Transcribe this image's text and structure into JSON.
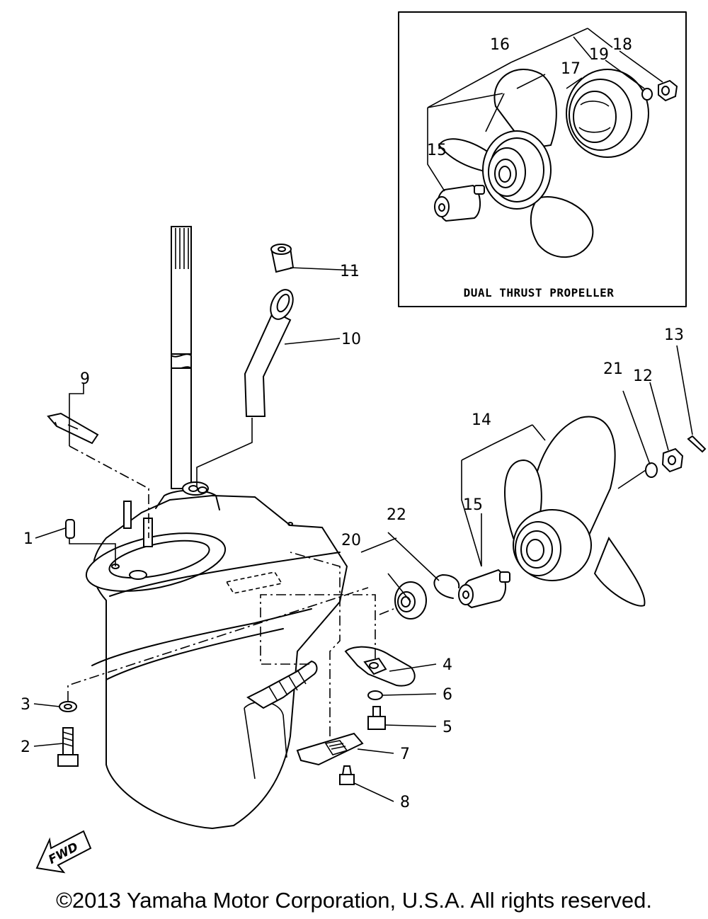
{
  "figure": {
    "type": "exploded-parts-diagram",
    "parts": [
      {
        "ref": "1",
        "label": "1"
      },
      {
        "ref": "2",
        "label": "2"
      },
      {
        "ref": "3",
        "label": "3"
      },
      {
        "ref": "4",
        "label": "4"
      },
      {
        "ref": "5",
        "label": "5"
      },
      {
        "ref": "6",
        "label": "6"
      },
      {
        "ref": "7",
        "label": "7"
      },
      {
        "ref": "8",
        "label": "8"
      },
      {
        "ref": "9",
        "label": "9"
      },
      {
        "ref": "10",
        "label": "10"
      },
      {
        "ref": "11",
        "label": "11"
      },
      {
        "ref": "12",
        "label": "12"
      },
      {
        "ref": "13",
        "label": "13"
      },
      {
        "ref": "14",
        "label": "14"
      },
      {
        "ref": "15",
        "label": "15"
      },
      {
        "ref": "20",
        "label": "20"
      },
      {
        "ref": "21",
        "label": "21"
      },
      {
        "ref": "22",
        "label": "22"
      }
    ],
    "inset": {
      "title": "DUAL THRUST PROPELLER",
      "parts": [
        {
          "ref": "15",
          "label": "15"
        },
        {
          "ref": "16",
          "label": "16"
        },
        {
          "ref": "17",
          "label": "17"
        },
        {
          "ref": "18",
          "label": "18"
        },
        {
          "ref": "19",
          "label": "19"
        }
      ]
    },
    "direction_badge": "FWD",
    "copyright": "©2013 Yamaha Motor Corporation, U.S.A. All rights reserved."
  }
}
